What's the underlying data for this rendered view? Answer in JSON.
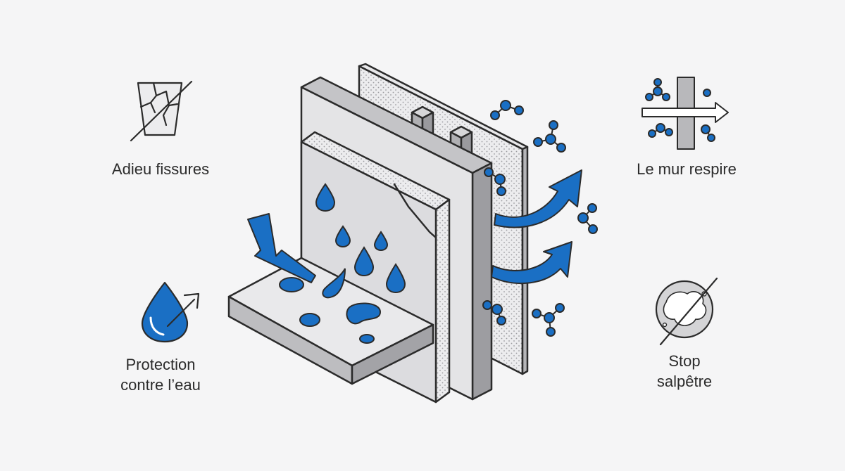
{
  "benefits": [
    {
      "id": "cracks",
      "icon": "cracked-glass-crossed-icon",
      "lines": [
        "Adieu fissures"
      ]
    },
    {
      "id": "water",
      "icon": "water-drop-repel-icon",
      "lines": [
        "Protection",
        "contre l’eau"
      ]
    },
    {
      "id": "breath",
      "icon": "vapor-through-wall-icon",
      "lines": [
        "Le mur respire"
      ]
    },
    {
      "id": "salt",
      "icon": "saltpeter-stain-crossed-icon",
      "lines": [
        "Stop",
        "salpêtre"
      ]
    }
  ],
  "colors": {
    "background": "#f5f5f6",
    "accent_blue": "#1a6fc4",
    "outline": "#2b2b2b",
    "panel_light": "#e3e3e5",
    "panel_mid": "#bdbdc0",
    "panel_dark": "#9a9a9e",
    "text": "#2b2b2b"
  }
}
